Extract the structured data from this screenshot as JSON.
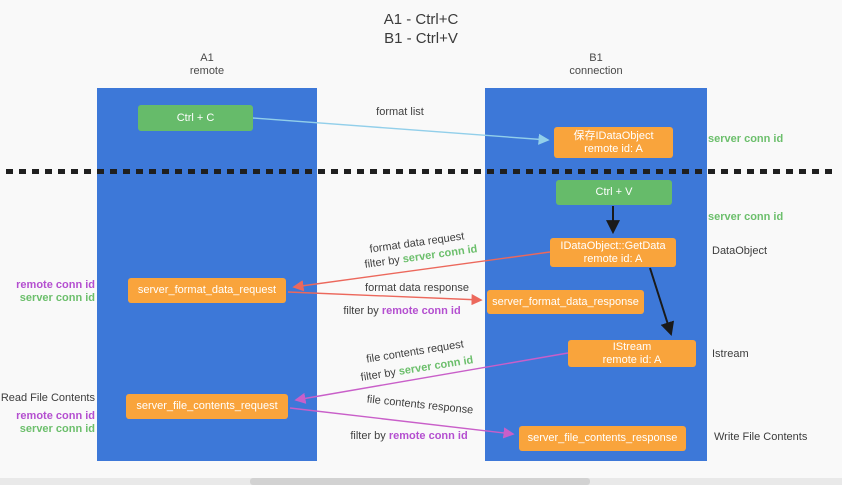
{
  "title": {
    "line1": "A1 - Ctrl+C",
    "line2": "B1 - Ctrl+V"
  },
  "lanes": {
    "left": {
      "name": "A1",
      "subtitle": "remote"
    },
    "right": {
      "name": "B1",
      "subtitle": "connection"
    }
  },
  "boxes": {
    "ctrl_c": {
      "label": "Ctrl + C"
    },
    "ctrl_v": {
      "label": "Ctrl + V"
    },
    "save_idataobject": {
      "line1": "保存IDataObject",
      "line2": "remote id: A"
    },
    "getdata": {
      "line1": "IDataObject::GetData",
      "line2": "remote id: A"
    },
    "istream": {
      "line1": "IStream",
      "line2": "remote id: A"
    },
    "format_request": {
      "label": "server_format_data_request"
    },
    "format_response": {
      "label": "server_format_data_response"
    },
    "file_request": {
      "label": "server_file_contents_request"
    },
    "file_response": {
      "label": "server_file_contents_response"
    }
  },
  "arrow_labels": {
    "format_list": "format list",
    "format_data_request": "format data request",
    "format_data_request_filter_prefix": "filter by ",
    "format_data_request_filter_value": "server conn id",
    "format_data_response": "format data response",
    "format_data_response_filter_prefix": "filter by ",
    "format_data_response_filter_value": "remote conn id",
    "file_contents_request": "file contents request",
    "file_contents_request_filter_prefix": "filter by ",
    "file_contents_request_filter_value": "server conn id",
    "file_contents_response": "file contents response",
    "file_contents_response_filter_prefix": "filter by ",
    "file_contents_response_filter_value": "remote conn id"
  },
  "side_labels": {
    "right_server_conn_top": "server conn id",
    "right_server_conn_mid": "server conn id",
    "right_dataobject": "DataObject",
    "right_istream": "Istream",
    "right_write_file": "Write File Contents",
    "left_remote_conn_top": "remote conn id",
    "left_server_conn_top": "server conn id",
    "left_read_file": "Read File Contents",
    "left_remote_conn_bottom": "remote conn id",
    "left_server_conn_bottom": "server conn id"
  },
  "colors": {
    "lane_blue": "#3d78d8",
    "box_green": "#66bb6a",
    "box_orange": "#f9a43c",
    "arrow_blue": "#92cfea",
    "arrow_red": "#ec685c",
    "arrow_magenta": "#c95fc9",
    "arrow_black": "#1a1a1a",
    "text_green": "#6cbf6c",
    "text_purple": "#b44fd0",
    "text_dark": "#3c3c3c"
  }
}
